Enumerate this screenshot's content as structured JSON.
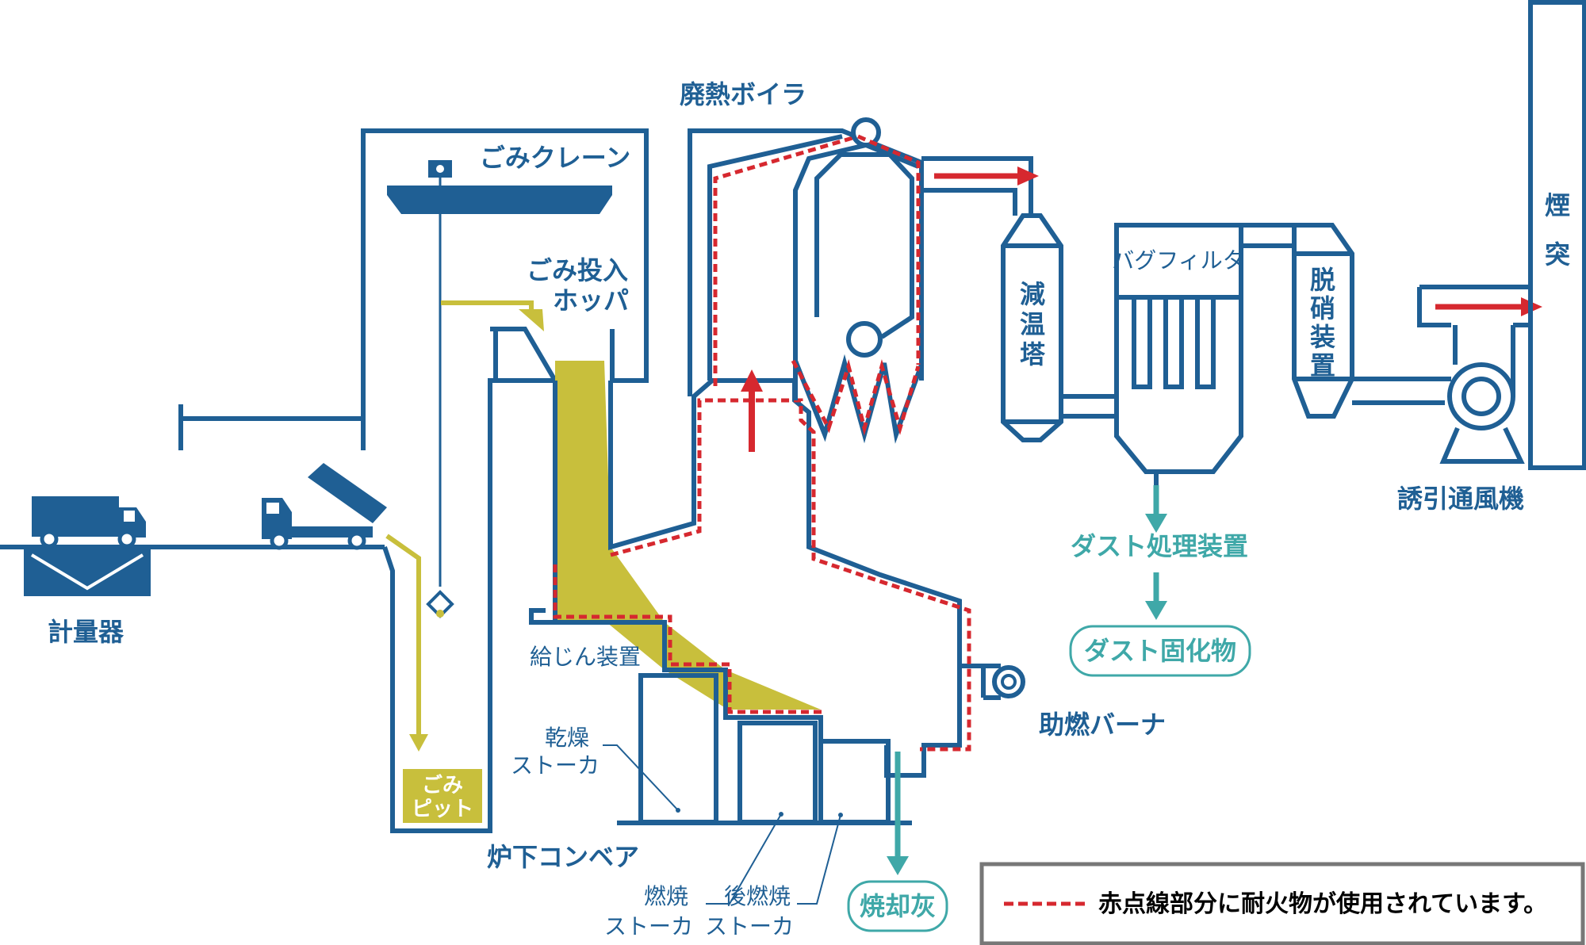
{
  "labels": {
    "scale": "計量器",
    "crane": "ごみクレーン",
    "hopper_line1": "ごみ投入",
    "hopper_line2": "ホッパ",
    "pit_line1": "ごみ",
    "pit_line2": "ピット",
    "feeder": "給じん装置",
    "dry_line1": "乾燥",
    "dry_line2": "ストーカ",
    "burn_line1": "燃焼",
    "burn_line2": "ストーカ",
    "post_line1": "後燃焼",
    "post_line2": "ストーカ",
    "conveyor": "炉下コンベア",
    "boiler": "廃熱ボイラ",
    "cooling_tower_1": "減",
    "cooling_tower_2": "温",
    "cooling_tower_3": "塔",
    "bag_filter": "バグフィルタ",
    "denox_1": "脱",
    "denox_2": "硝",
    "denox_3": "装",
    "denox_4": "置",
    "chimney_1": "煙",
    "chimney_2": "突",
    "fan": "誘引通風機",
    "dust_treatment": "ダスト処理装置",
    "dust_solid": "ダスト固化物",
    "burner": "助燃バーナ",
    "ash": "焼却灰"
  },
  "legend": {
    "text": "赤点線部分に耐火物が使用されています。"
  },
  "colors": {
    "structure": "#1f5f94",
    "refractory": "#d6282f",
    "waste": "#c8bf3c",
    "dust": "#3fa8a8"
  }
}
